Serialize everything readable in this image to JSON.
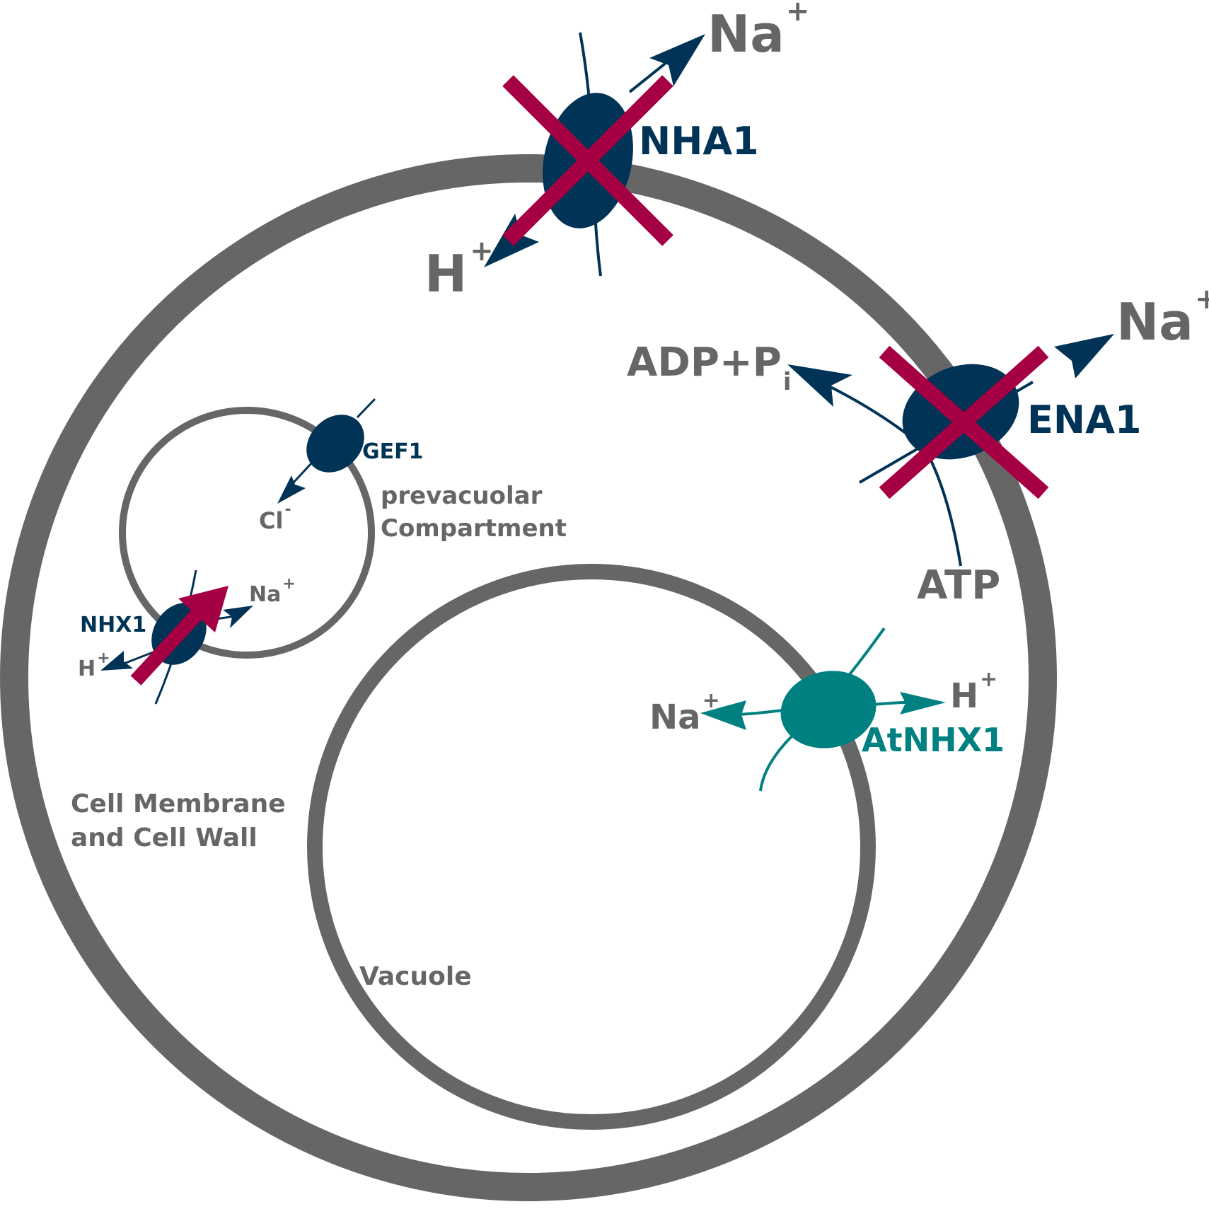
{
  "colors": {
    "membrane": "#666666",
    "transporter": "#003355",
    "blocked": "#a50044",
    "antiporter": "#008080",
    "label_gray": "#666666"
  },
  "transporters": {
    "nha1": {
      "name": "NHA1",
      "ion_out": "Na",
      "ion_out_charge": "+",
      "ion_in": "H",
      "ion_in_charge": "+"
    },
    "ena1": {
      "name": "ENA1",
      "ion": "Na",
      "ion_charge": "+",
      "product": "ADP+P",
      "product_sub": "i",
      "substrate": "ATP"
    },
    "gef1": {
      "name": "GEF1",
      "ion": "Cl",
      "ion_charge": "-"
    },
    "nhx1": {
      "name": "NHX1",
      "ion_a": "Na",
      "ion_a_charge": "+",
      "ion_b": "H",
      "ion_b_charge": "+"
    },
    "atnhx1": {
      "name": "AtNHX1",
      "ion_a": "Na",
      "ion_a_charge": "+",
      "ion_b": "H",
      "ion_b_charge": "+"
    }
  },
  "compartments": {
    "prevacuolar_line1": "prevacuolar",
    "prevacuolar_line2": "Compartment",
    "cell_line1": "Cell Membrane",
    "cell_line2": "and Cell Wall",
    "vacuole": "Vacuole"
  }
}
